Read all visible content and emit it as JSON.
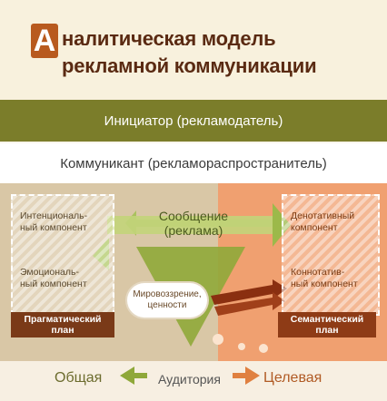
{
  "title": {
    "cap_letter": "А",
    "line1_rest": "налитическая модель",
    "line2": "рекламной коммуникации"
  },
  "bands": {
    "initiator": "Инициатор (рекламодатель)",
    "communicant": "Коммуникант (рекламораспространитель)"
  },
  "message": {
    "line1": "Сообщение",
    "line2": "(реклама)"
  },
  "left_panel": {
    "component1_line1": "Интенциональ-",
    "component1_line2": "ный компонент",
    "component2_line1": "Эмоциональ-",
    "component2_line2": "ный компонент",
    "plan_line1": "Прагматический",
    "plan_line2": "план"
  },
  "right_panel": {
    "component1_line1": "Денотативный",
    "component1_line2": "компонент",
    "component2_line1": "Коннотатив-",
    "component2_line2": "ный компонент",
    "plan_line1": "Семантический",
    "plan_line2": "план"
  },
  "cloud": {
    "line1": "Мировоззрение,",
    "line2": "ценности"
  },
  "audience": {
    "general": "Общая",
    "middle": "Аудитория",
    "target": "Целевая"
  },
  "colors": {
    "title_cap_bg": "#b85a1e",
    "initiator_bg": "#7b7d2a",
    "left_zone": "#d9c7a6",
    "right_zone": "#f0a070",
    "green_arrow": "#8fa83a",
    "dark_arrow": "#8a2f10"
  }
}
